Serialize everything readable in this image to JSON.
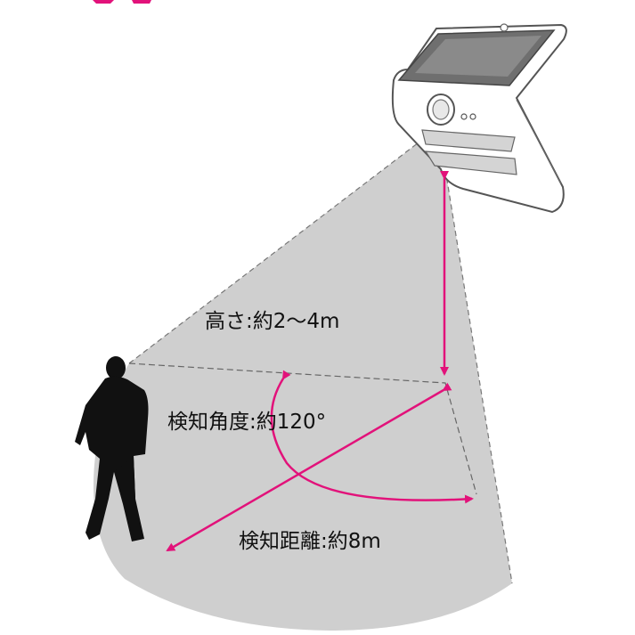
{
  "labels": {
    "height": "高さ:約2〜4m",
    "angle": "検知角度:約120°",
    "distance": "検知距離:約8m"
  },
  "colors": {
    "accent": "#e2127a",
    "zone": "#cfcfcf",
    "outline": "#555555",
    "silhouette": "#111111"
  },
  "icons": {
    "light": "solar-motion-sensor-light-icon",
    "person": "walking-person-icon"
  }
}
